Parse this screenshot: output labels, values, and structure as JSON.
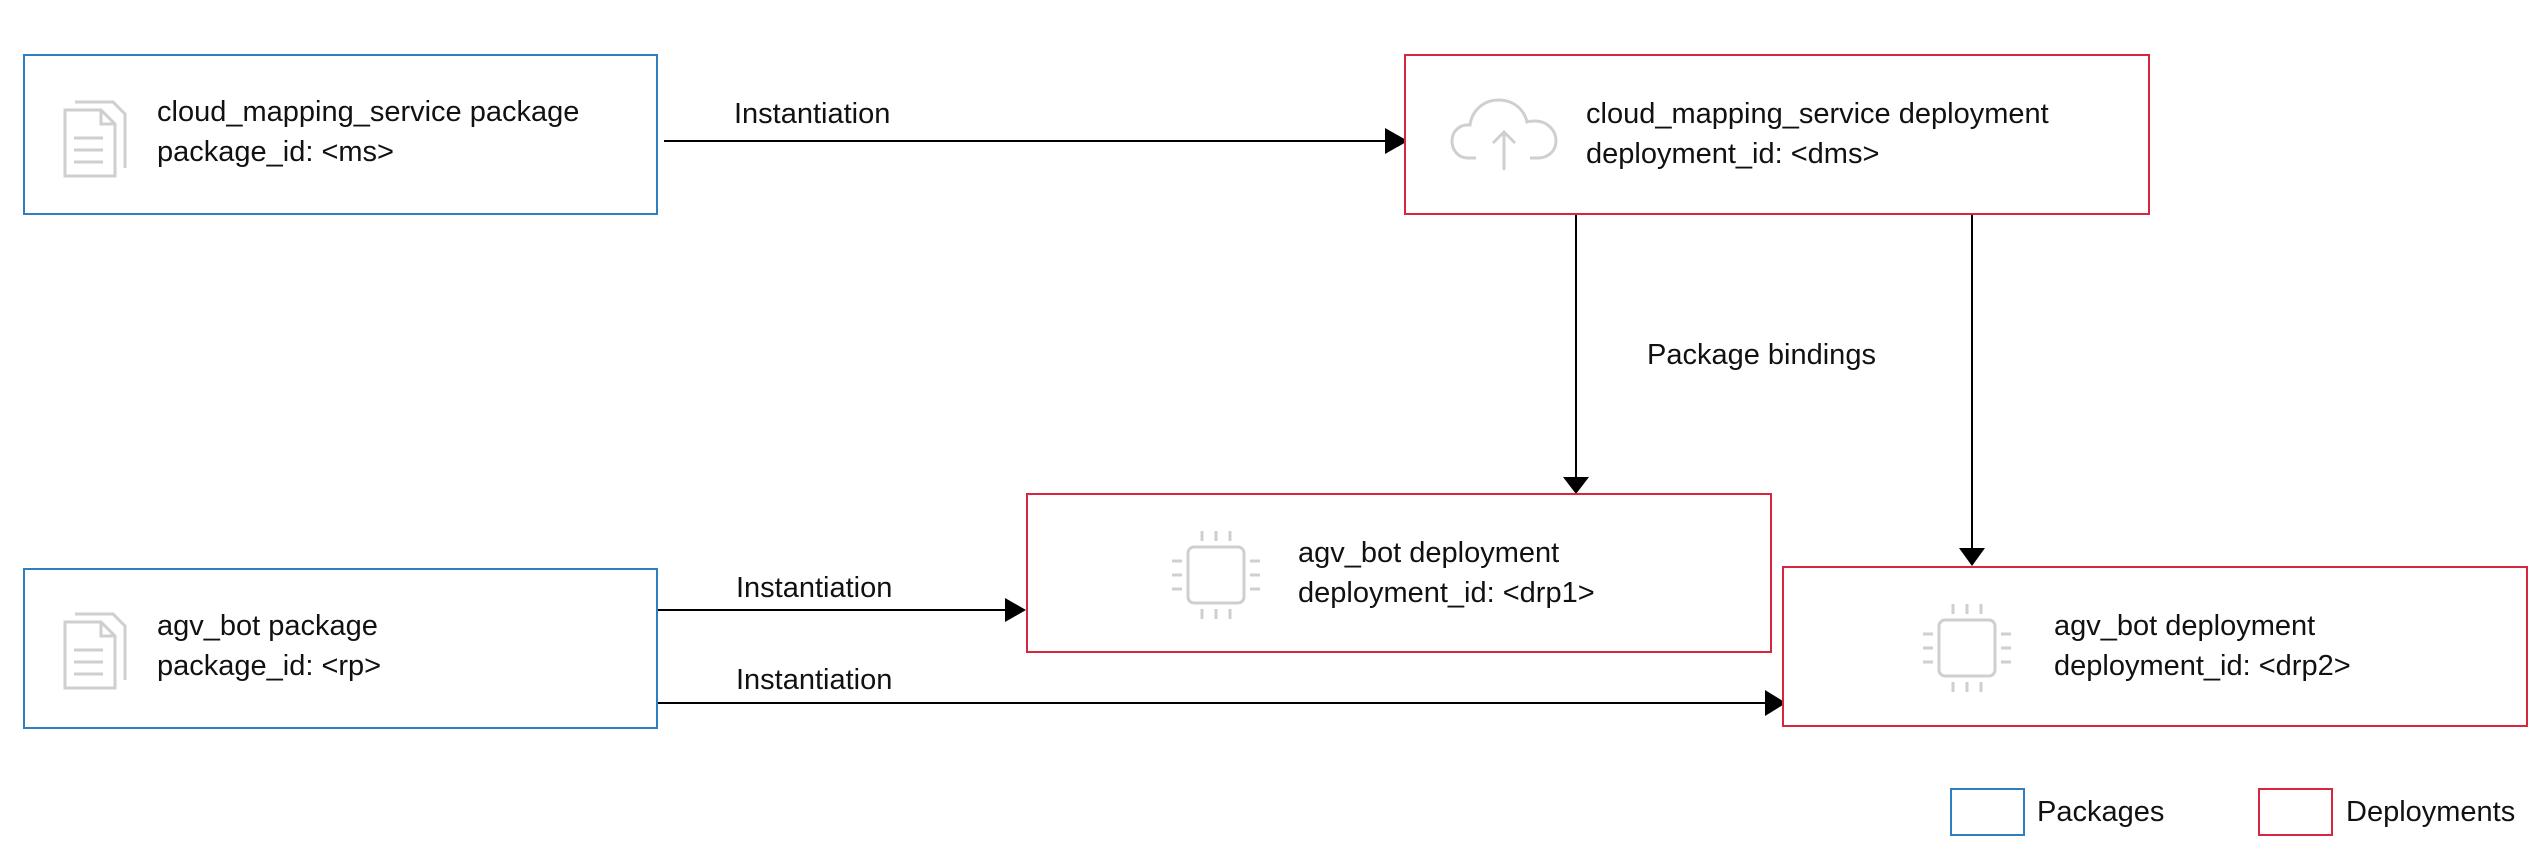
{
  "colors": {
    "package_border": "#2d7fc1",
    "deployment_border": "#d7263d",
    "arrow": "#000000",
    "icon": "#cfcfcf"
  },
  "nodes": {
    "cms_package": {
      "name": "cloud_mapping_service package",
      "id_line": "package_id: <ms>",
      "icon": "document-icon"
    },
    "cms_deployment": {
      "name": "cloud_mapping_service deployment",
      "id_line": "deployment_id: <dms>",
      "icon": "cloud-upload-icon"
    },
    "agv_package": {
      "name": "agv_bot package",
      "id_line": "package_id: <rp>",
      "icon": "document-icon"
    },
    "agv_deployment_1": {
      "name": "agv_bot deployment",
      "id_line": "deployment_id: <drp1>",
      "icon": "chip-icon"
    },
    "agv_deployment_2": {
      "name": "agv_bot deployment",
      "id_line": "deployment_id: <drp2>",
      "icon": "chip-icon"
    }
  },
  "edges": {
    "cms_instantiation": "Instantiation",
    "agv_instantiation_1": "Instantiation",
    "agv_instantiation_2": "Instantiation",
    "package_bindings": "Package bindings"
  },
  "legend": {
    "packages": "Packages",
    "deployments": "Deployments"
  }
}
